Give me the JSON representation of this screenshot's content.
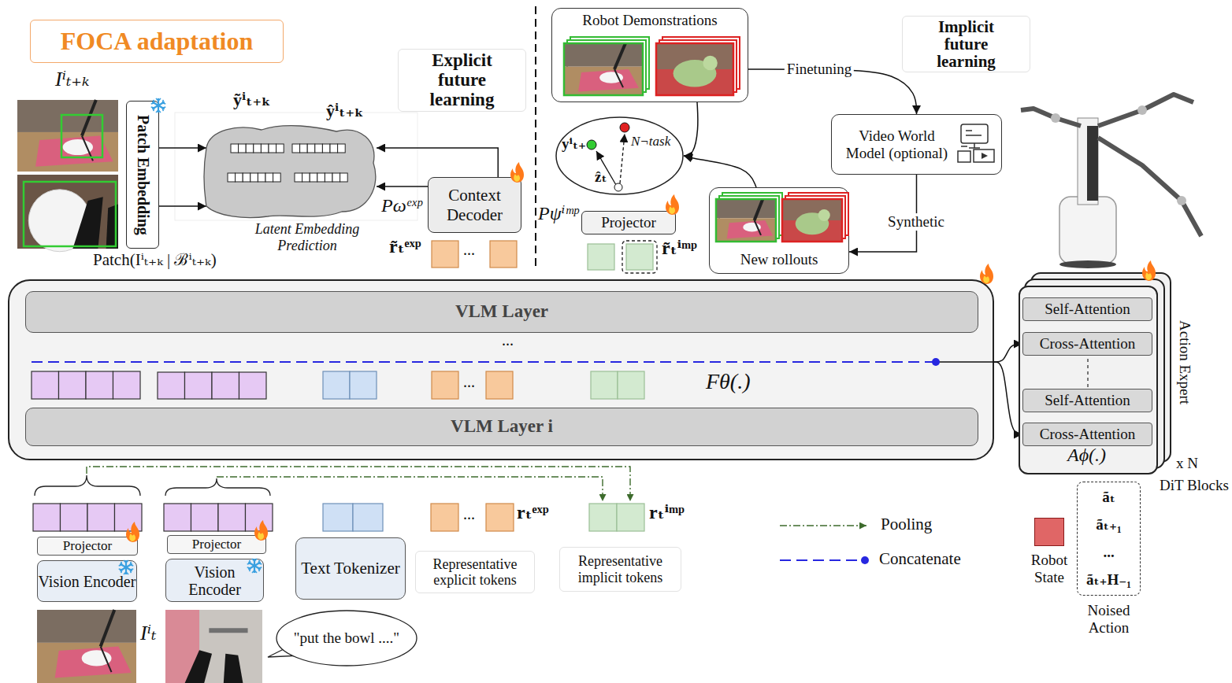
{
  "diagram": {
    "nodes": [
      {
        "text": [
          "FOCA adaptation"
        ]
      },
      {
        "text": [
          "Patch Embedding"
        ]
      },
      {
        "text": [
          "Latent Embedding Prediction"
        ]
      },
      {
        "text": [
          "Explicit future learning"
        ]
      },
      {
        "text": [
          "Context Decoder"
        ]
      },
      {
        "text": [
          "Robot Demonstrations"
        ]
      },
      {
        "text": [
          "Implicit future learning"
        ]
      },
      {
        "text": [
          "yⁱₜ₊",
          "N¬task",
          "ẑₜ"
        ]
      },
      {
        "text": [
          "Video World Model (optional)"
        ]
      },
      {
        "text": [
          "Projector"
        ]
      },
      {
        "text": [
          "New rollouts"
        ]
      },
      {
        "text": [
          "...",
          "Fθ(.)"
        ]
      },
      {
        "text": [
          "VLM Layer"
        ],
        "in": 11
      },
      {
        "text": [
          "VLM Layer i"
        ],
        "in": 11
      },
      {
        "text": [
          "Action Expert",
          "Aϕ(.)"
        ]
      },
      {
        "text": [
          "Self-Attention"
        ],
        "in": 14
      },
      {
        "text": [
          "Cross-Attention"
        ],
        "in": 14
      },
      {
        "text": [
          "Self-Attention"
        ],
        "in": 14
      },
      {
        "text": [
          "Cross-Attention"
        ],
        "in": 14
      },
      {
        "text": [
          "Projector"
        ]
      },
      {
        "text": [
          "Vision Encoder"
        ]
      },
      {
        "text": [
          "Projector"
        ]
      },
      {
        "text": [
          "Vision Encoder"
        ]
      },
      {
        "text": [
          "Text Tokenizer"
        ]
      },
      {
        "text": [
          "Representative explicit tokens"
        ]
      },
      {
        "text": [
          "Representative implicit tokens"
        ]
      },
      {
        "text": [
          "\"put the bowl ....\""
        ]
      },
      {
        "text": [
          "Robot State"
        ]
      },
      {
        "text": [
          "ãₜ",
          "ãₜ₊₁",
          "...",
          "ãₜ₊H₋₁",
          "Noised Action"
        ]
      }
    ],
    "edges": [
      {
        "from": 1,
        "to": 2,
        "arrow": "to"
      },
      {
        "from": 1,
        "to": 2,
        "arrow": "to"
      },
      {
        "from": 4,
        "to": 2,
        "arrow": "to"
      },
      {
        "from": 4,
        "to": 2,
        "arrow": "to"
      },
      {
        "from": 5,
        "to": 8,
        "arrow": "to",
        "label": "Finetuning"
      },
      {
        "from": 8,
        "to": 10,
        "arrow": "to",
        "label": "Synthetic"
      },
      {
        "from": 5,
        "to": 7,
        "arrow": "to"
      },
      {
        "from": 10,
        "to": 7,
        "arrow": "to"
      },
      {
        "from": 11,
        "to": 16,
        "arrow": "to"
      },
      {
        "from": 11,
        "to": 18,
        "arrow": "to"
      }
    ],
    "labels": [
      "Iⁱₜ₊ₖ",
      "ỹⁱₜ₊ₖ",
      "ŷⁱₜ₊ₖ",
      "Patch(Iⁱₜ₊ₖ | ℬⁱₜ₊ₖ)",
      "Pωᵉˣᵖ",
      "r̃ₜᵉˣᵖ",
      "...",
      "Pψⁱᵐᵖ",
      "r̃ₜⁱᵐᵖ",
      "...",
      "x N",
      "DiT Blocks",
      "...",
      "rₜᵉˣᵖ",
      "rₜⁱᵐᵖ",
      "Iⁱₜ"
    ],
    "legend": [
      {
        "text": "Pooling"
      },
      {
        "text": "Concatenate"
      }
    ]
  }
}
